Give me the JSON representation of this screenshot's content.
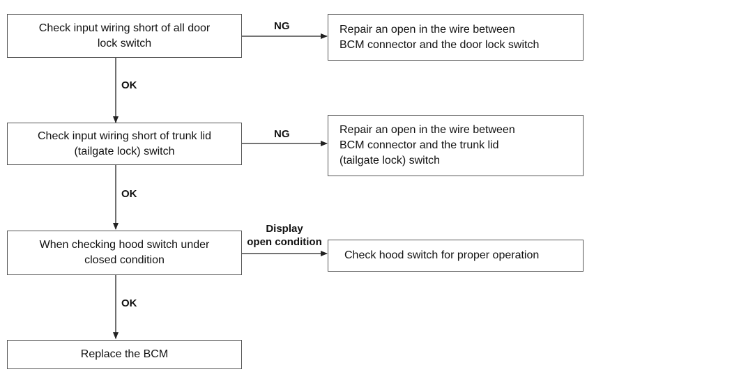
{
  "steps": [
    {
      "lines": [
        "Check input wiring short of all door",
        "lock switch"
      ]
    },
    {
      "lines": [
        "Check input wiring short of trunk lid",
        "(tailgate lock) switch"
      ]
    },
    {
      "lines": [
        "When checking hood switch under",
        "closed condition"
      ]
    },
    {
      "lines": [
        "Replace the BCM"
      ]
    }
  ],
  "actions": [
    {
      "lines": [
        "Repair an open in the wire between",
        "BCM connector and the door lock switch"
      ]
    },
    {
      "lines": [
        "Repair an open in the wire between",
        "BCM connector and the trunk lid",
        "(tailgate lock) switch"
      ]
    },
    {
      "lines": [
        "Check hood switch for proper operation"
      ]
    }
  ],
  "branch_labels": {
    "ok_1": "OK",
    "ok_2": "OK",
    "ok_3": "OK",
    "ng_1": "NG",
    "ng_2": "NG",
    "display_1": "Display",
    "display_2": "open condition"
  },
  "colors": {
    "border": "#555555",
    "arrow": "#222222",
    "text": "#111111"
  }
}
